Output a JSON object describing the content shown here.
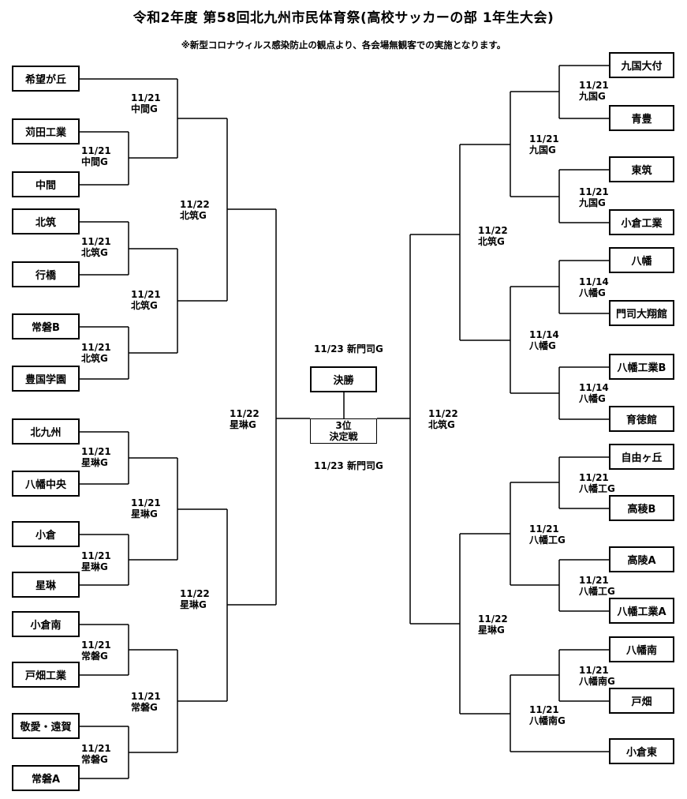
{
  "header": {
    "title": "令和2年度 第58回北九州市民体育祭(高校サッカーの部 1年生大会)",
    "subtitle": "※新型コロナウィルス感染防止の観点より、各会場無観客での実施となります。"
  },
  "left_teams": [
    "希望が丘",
    "苅田工業",
    "中間",
    "北筑",
    "行橋",
    "常磐B",
    "豊国学園",
    "北九州",
    "八幡中央",
    "小倉",
    "星琳",
    "小倉南",
    "戸畑工業",
    "敬愛・遠賀",
    "常磐A"
  ],
  "right_teams": [
    "九国大付",
    "青豊",
    "東筑",
    "小倉工業",
    "八幡",
    "門司大翔館",
    "八幡工業B",
    "育徳館",
    "自由ヶ丘",
    "高稜B",
    "高陵A",
    "八幡工業A",
    "八幡南",
    "戸畑",
    "小倉東"
  ],
  "left_labels": [
    {
      "date": "11/21",
      "venue": "中間G"
    },
    {
      "date": "11/21",
      "venue": "中間G"
    },
    {
      "date": "11/21",
      "venue": "北筑G"
    },
    {
      "date": "11/21",
      "venue": "北筑G"
    },
    {
      "date": "11/21",
      "venue": "北筑G"
    },
    {
      "date": "11/21",
      "venue": "星琳G"
    },
    {
      "date": "11/21",
      "venue": "星琳G"
    },
    {
      "date": "11/21",
      "venue": "星琳G"
    },
    {
      "date": "11/21",
      "venue": "常磐G"
    },
    {
      "date": "11/21",
      "venue": "常磐G"
    },
    {
      "date": "11/21",
      "venue": "常磐G"
    },
    {
      "date": "11/22",
      "venue": "北筑G"
    },
    {
      "date": "11/22",
      "venue": "星琳G"
    },
    {
      "date": "11/22",
      "venue": "星琳G"
    }
  ],
  "right_labels": [
    {
      "date": "11/21",
      "venue": "九国G"
    },
    {
      "date": "11/21",
      "venue": "九国G"
    },
    {
      "date": "11/21",
      "venue": "九国G"
    },
    {
      "date": "11/14",
      "venue": "八幡G"
    },
    {
      "date": "11/14",
      "venue": "八幡G"
    },
    {
      "date": "11/14",
      "venue": "八幡G"
    },
    {
      "date": "11/21",
      "venue": "八幡工G"
    },
    {
      "date": "11/21",
      "venue": "八幡工G"
    },
    {
      "date": "11/21",
      "venue": "八幡工G"
    },
    {
      "date": "11/21",
      "venue": "八幡南G"
    },
    {
      "date": "11/21",
      "venue": "八幡南G"
    },
    {
      "date": "11/22",
      "venue": "北筑G"
    },
    {
      "date": "11/22",
      "venue": "星琳G"
    },
    {
      "date": "11/22",
      "venue": "北筑G"
    }
  ],
  "center": {
    "final_label": "決勝",
    "final_info": "11/23 新門司G",
    "third_label_1": "3位",
    "third_label_2": "決定戦",
    "third_info": "11/23 新門司G"
  }
}
